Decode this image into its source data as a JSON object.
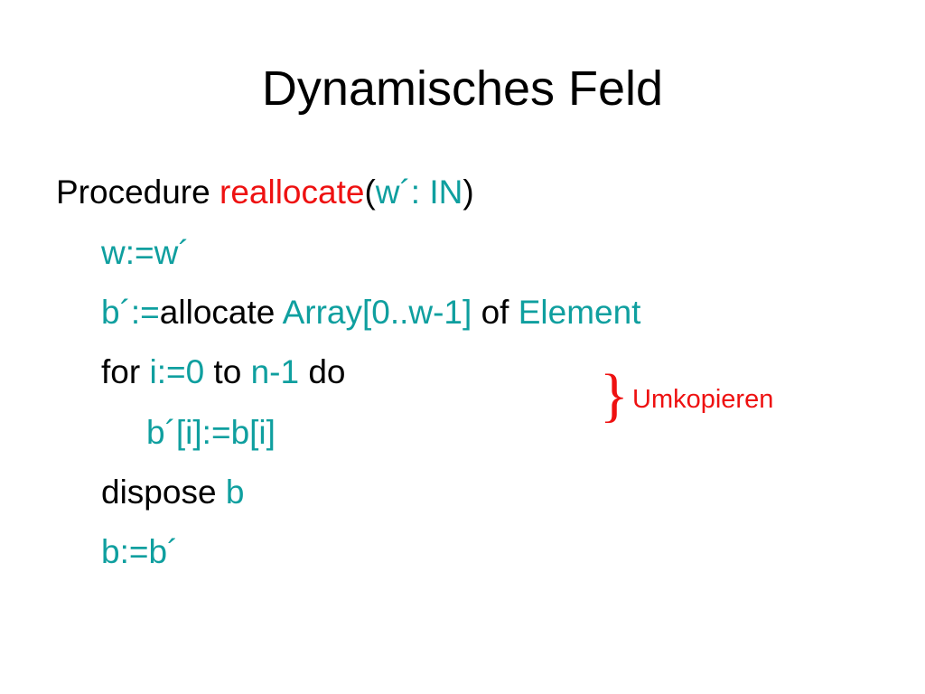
{
  "slide": {
    "title": "Dynamisches Feld",
    "lines": [
      {
        "segments": [
          {
            "text": "Procedure ",
            "color": "#000000"
          },
          {
            "text": "reallocate",
            "color": "#ee1111"
          },
          {
            "text": "(",
            "color": "#000000"
          },
          {
            "text": "w´: IN",
            "color": "#0f9f9f"
          },
          {
            "text": ")",
            "color": "#000000"
          }
        ]
      },
      {
        "segments": [
          {
            "text": "w:=w´",
            "color": "#0f9f9f"
          }
        ]
      },
      {
        "segments": [
          {
            "text": "b´:=",
            "color": "#0f9f9f"
          },
          {
            "text": "allocate ",
            "color": "#000000"
          },
          {
            "text": "Array[0..w-1]",
            "color": "#0f9f9f"
          },
          {
            "text": " of ",
            "color": "#000000"
          },
          {
            "text": "Element",
            "color": "#0f9f9f"
          }
        ]
      },
      {
        "segments": [
          {
            "text": "for ",
            "color": "#000000"
          },
          {
            "text": "i:=0",
            "color": "#0f9f9f"
          },
          {
            "text": " to ",
            "color": "#000000"
          },
          {
            "text": "n-1",
            "color": "#0f9f9f"
          },
          {
            "text": " do",
            "color": "#000000"
          }
        ]
      },
      {
        "segments": [
          {
            "text": "b´[i]:=b[i]",
            "color": "#0f9f9f"
          }
        ]
      },
      {
        "segments": [
          {
            "text": "dispose ",
            "color": "#000000"
          },
          {
            "text": "b",
            "color": "#0f9f9f"
          }
        ]
      },
      {
        "segments": [
          {
            "text": "b:=b´",
            "color": "#0f9f9f"
          }
        ]
      }
    ],
    "annotation": {
      "brace": "}",
      "label": "Umkopieren",
      "color": "#ee1111"
    }
  }
}
